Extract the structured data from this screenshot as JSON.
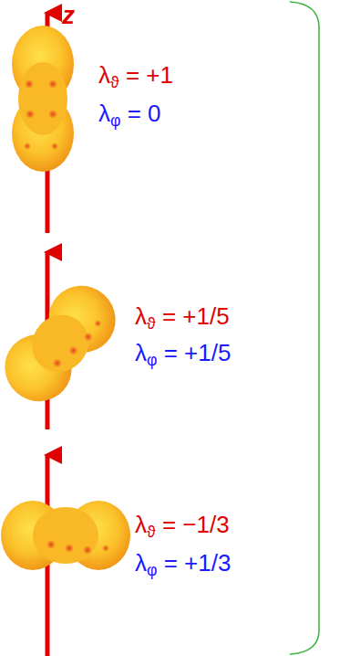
{
  "diagram": {
    "labels": [
      "z",
      "λϑ = +1",
      "λφ = 0",
      "λϑ = +1/5",
      "λφ = +1/5",
      "λϑ = −1/3",
      "λφ = +1/3"
    ]
  }
}
